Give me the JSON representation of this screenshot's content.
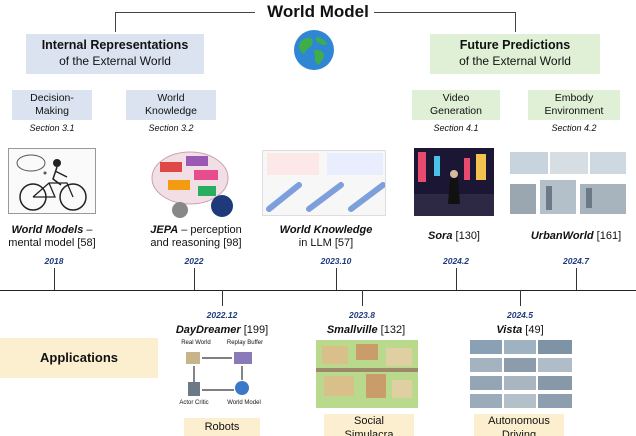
{
  "title": "World Model",
  "left_header": {
    "line1": "Internal Representations",
    "line2": "of the External World"
  },
  "right_header": {
    "line1": "Future Predictions",
    "line2": "of the External World"
  },
  "categories": [
    {
      "label": "Decision-\nMaking",
      "section": "Section 3.1"
    },
    {
      "label": "World\nKnowledge",
      "section": "Section 3.2"
    },
    {
      "label": "Video\nGeneration",
      "section": "Section 4.1"
    },
    {
      "label": "Embody\nEnvironment",
      "section": "Section 4.2"
    }
  ],
  "top_items": [
    {
      "name": "World Models",
      "rest": " –\nmental model [58]",
      "year": "2018"
    },
    {
      "name": "JEPA",
      "rest": " – perception\nand reasoning [98]",
      "year": "2022"
    },
    {
      "name": "World Knowledge",
      "rest": "\nin LLM [57]",
      "year": "2023.10"
    },
    {
      "name": "Sora",
      "rest": " [130]",
      "year": "2024.2"
    },
    {
      "name": "UrbanWorld",
      "rest": " [161]",
      "year": "2024.7"
    }
  ],
  "applications_label": "Applications",
  "bottom_items": [
    {
      "name": "DayDreamer",
      "rest": " [199]",
      "year": "2022.12",
      "label": "Robots"
    },
    {
      "name": "Smallville",
      "rest": " [132]",
      "year": "2023.8",
      "label": "Social\nSimulacra"
    },
    {
      "name": "Vista",
      "rest": " [49]",
      "year": "2024.5",
      "label": "Autonomous\nDriving"
    }
  ],
  "daydreamer_diagram": {
    "real_world": "Real World",
    "replay_buffer": "Replay Buffer",
    "actor_critic": "Actor Critic",
    "world_model": "World Model"
  },
  "icons": {
    "globe": "globe-icon",
    "cyclist": "cyclist-sketch-icon",
    "brain": "brain-diagram-icon"
  },
  "colors": {
    "blue_box": "#dbe3f1",
    "green_box": "#dff0d6",
    "app_box": "#fbefcf",
    "year": "#1f3a7a"
  }
}
